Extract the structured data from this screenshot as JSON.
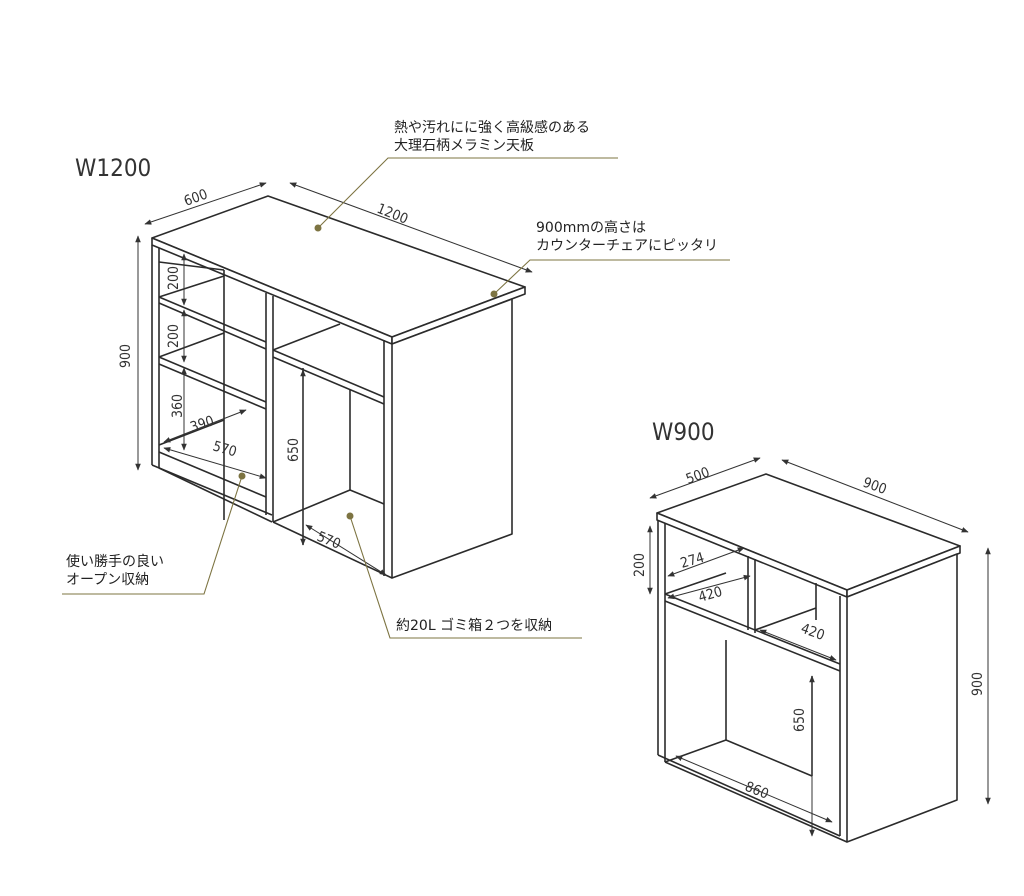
{
  "models": [
    {
      "label": "W1200",
      "dimensions": {
        "depth": "600",
        "width": "1200",
        "height": "900",
        "shelf_upper": "200",
        "shelf_middle": "200",
        "shelf_lower": "360",
        "open_shelf_width": "390",
        "open_shelf_depth": "570",
        "bin_space_height": "650",
        "bin_space_depth": "570"
      }
    },
    {
      "label": "W900",
      "dimensions": {
        "depth": "500",
        "width": "900",
        "height": "900",
        "shelf_height": "200",
        "shelf_width": "274",
        "shelf_depth_left": "420",
        "shelf_depth_right": "420",
        "lower_height": "650",
        "lower_width": "860"
      }
    }
  ],
  "callouts": {
    "top_board": [
      "熱や汚れにに強く高級感のある",
      "大理石柄メラミン天板"
    ],
    "height_note": [
      "900mmの高さは",
      "カウンターチェアにピッタリ"
    ],
    "open_storage": [
      "使い勝手の良い",
      "オープン収納"
    ],
    "bin_storage": [
      "約20L ゴミ箱２つを収納"
    ]
  },
  "colors": {
    "line": "#2b2b2b",
    "leader": "#7d7442",
    "text": "#333333"
  }
}
